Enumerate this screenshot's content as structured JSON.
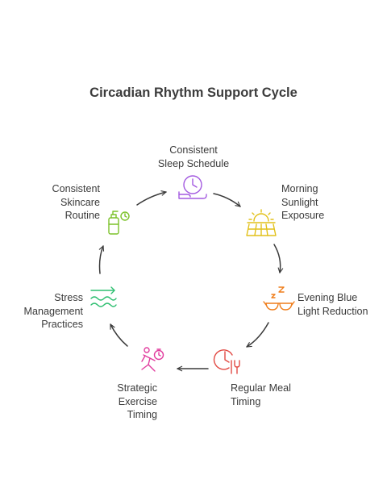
{
  "title": "Circadian Rhythm Support Cycle",
  "steps": [
    {
      "lines": [
        "Consistent",
        "Sleep Schedule"
      ],
      "icon": "clock-hand-icon",
      "color": "#a35ae0"
    },
    {
      "lines": [
        "Morning",
        "Sunlight",
        "Exposure"
      ],
      "icon": "sunrise-field-icon",
      "color": "#e2c11a"
    },
    {
      "lines": [
        "Evening Blue",
        "Light Reduction"
      ],
      "icon": "sleep-glasses-icon",
      "color": "#ef7d1a"
    },
    {
      "lines": [
        "Regular Meal",
        "Timing"
      ],
      "icon": "meal-clock-icon",
      "color": "#e24a44"
    },
    {
      "lines": [
        "Strategic",
        "Exercise",
        "Timing"
      ],
      "icon": "runner-stopwatch-icon",
      "color": "#e13c9e"
    },
    {
      "lines": [
        "Stress",
        "Management",
        "Practices"
      ],
      "icon": "calm-waves-icon",
      "color": "#2fbf71"
    },
    {
      "lines": [
        "Consistent",
        "Skincare",
        "Routine"
      ],
      "icon": "skincare-bottle-icon",
      "color": "#7cc22a"
    }
  ],
  "colors": {
    "arrow": "#3a3a3a",
    "text": "#3a3a3a"
  }
}
